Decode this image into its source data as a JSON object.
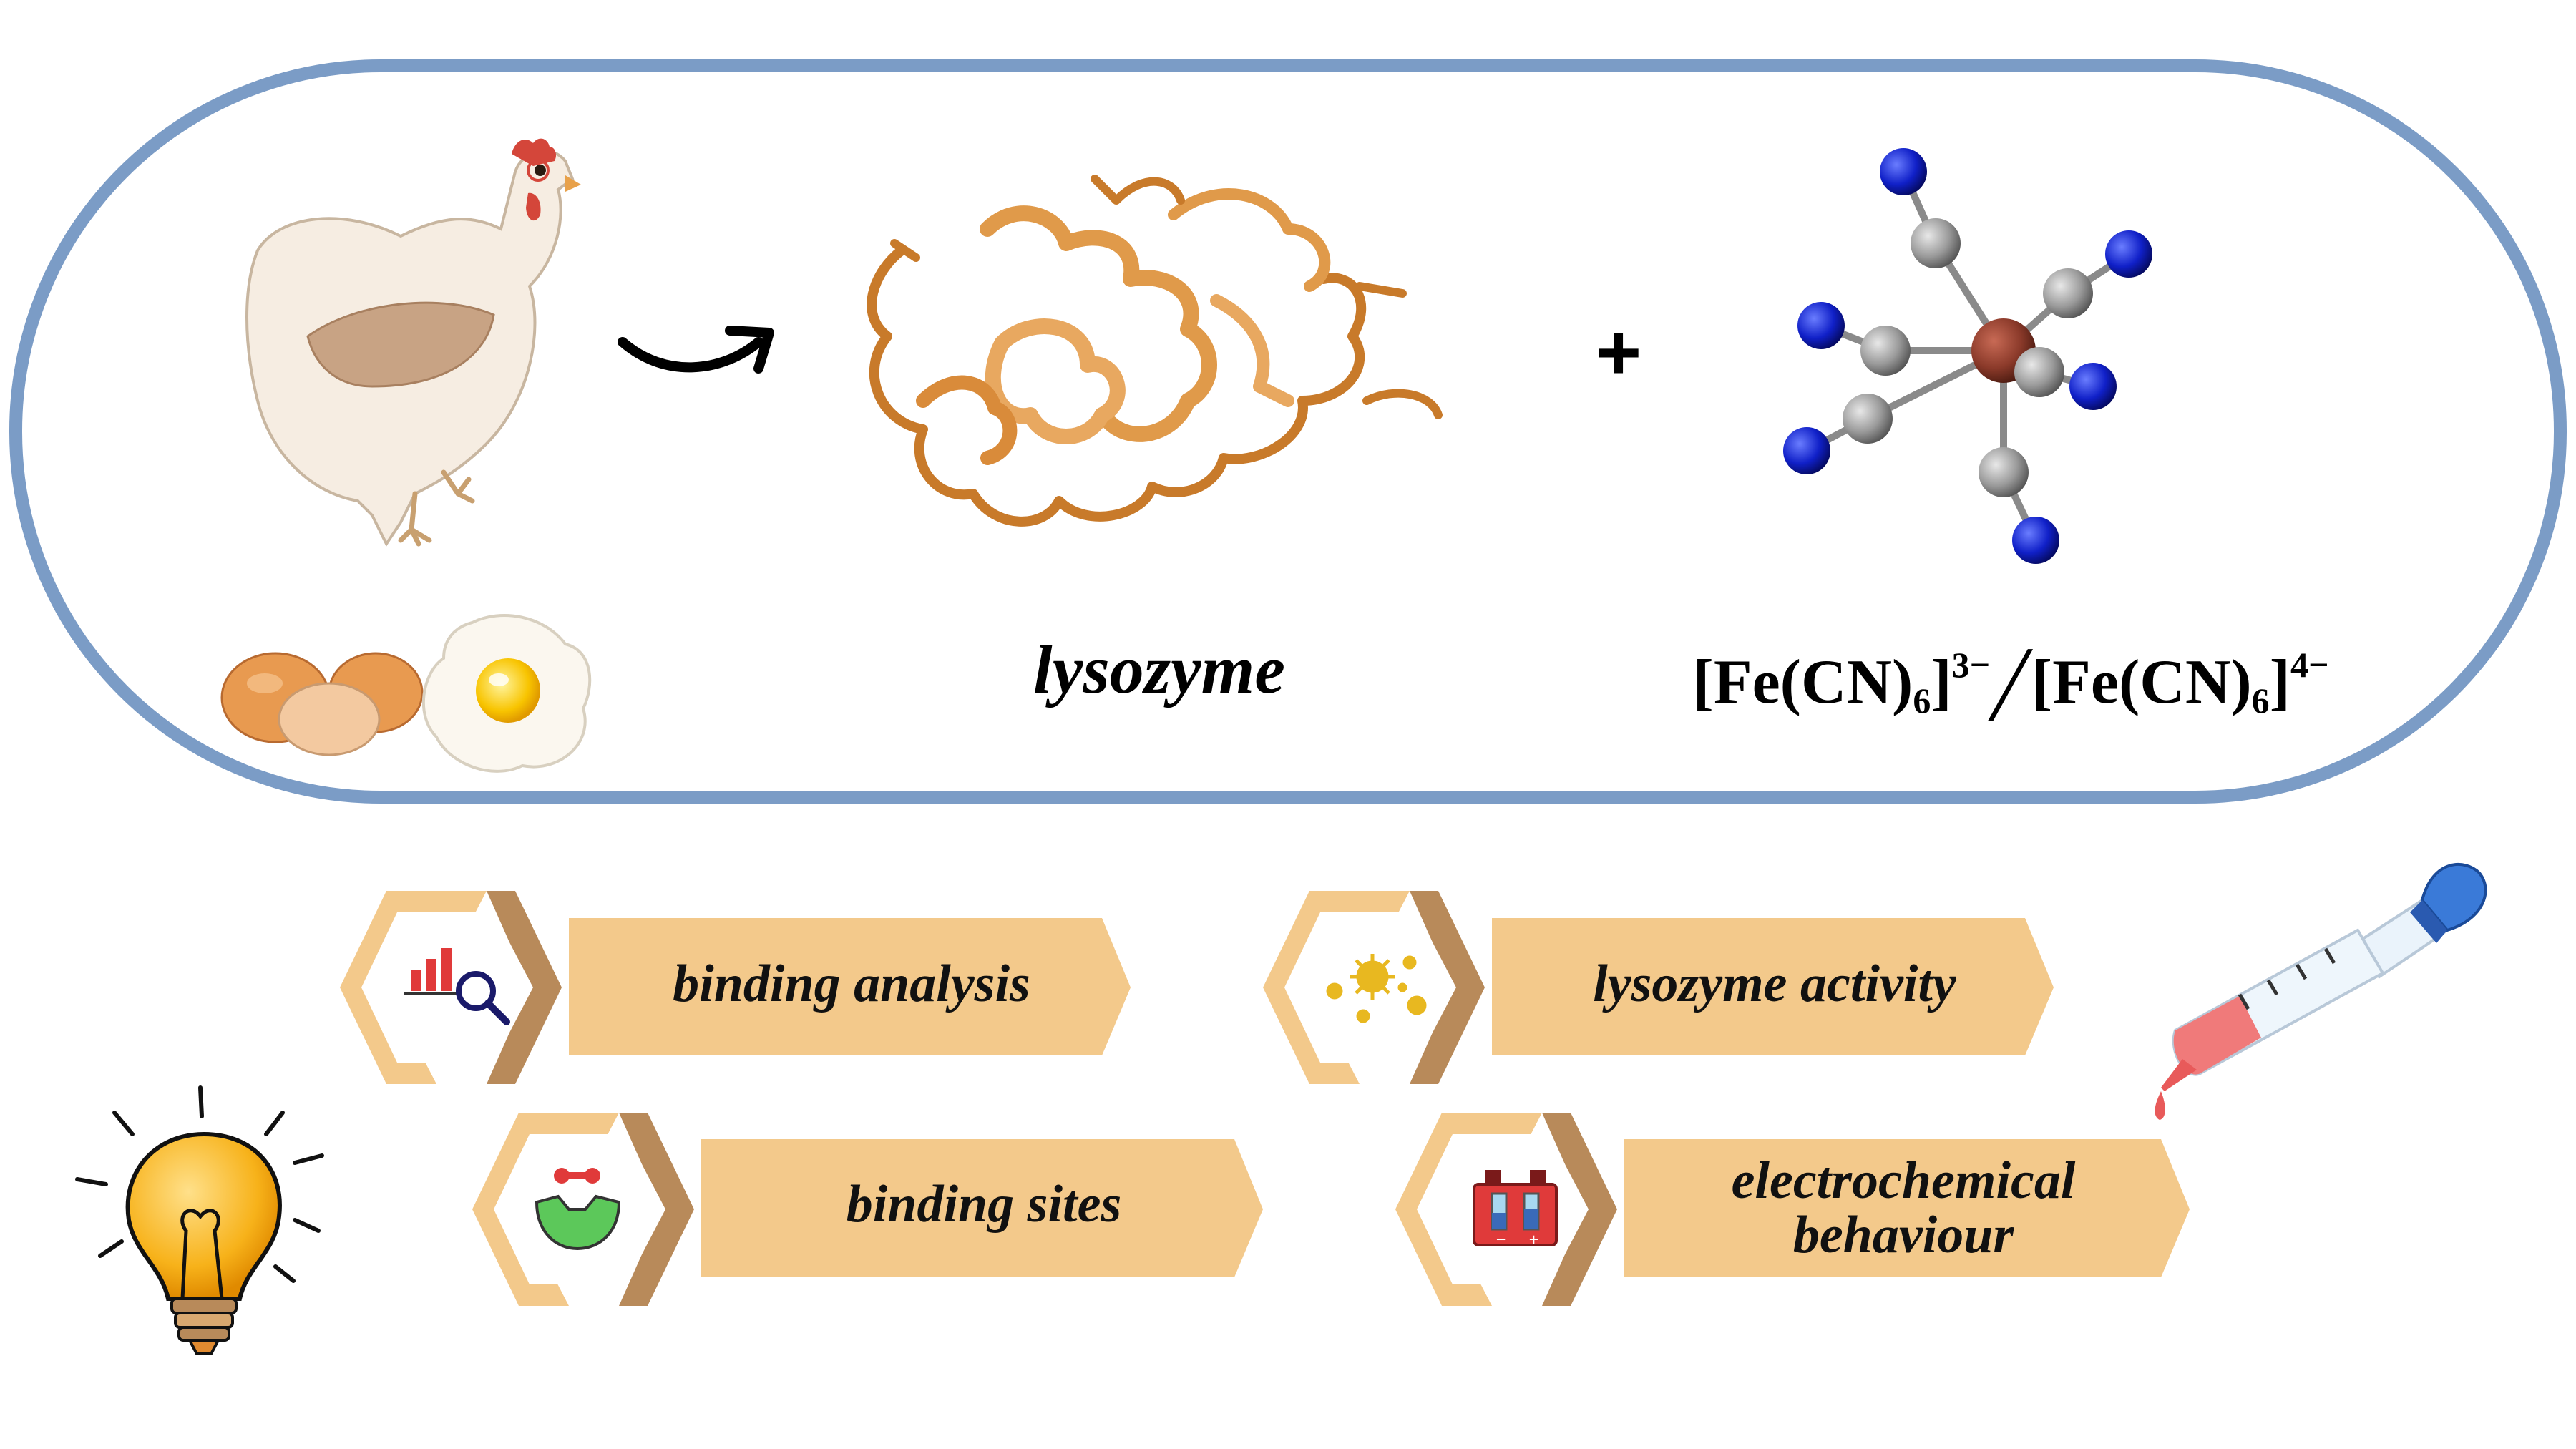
{
  "organism_label": "",
  "protein": {
    "name": "lysozyme"
  },
  "complex": {
    "formula_left": "[Fe(CN)",
    "sub_left": "6",
    "sup_left": "3−",
    "formula_right": "[Fe(CN)",
    "sub_right": "6",
    "sup_right": "4−",
    "separator": "/"
  },
  "plus_sign": "+",
  "topics": [
    {
      "label": "binding analysis",
      "icon": "bar-chart-magnifier-icon"
    },
    {
      "label": "lysozyme activity",
      "icon": "bacteria-icon"
    },
    {
      "label": "binding sites",
      "icon": "binding-site-icon"
    },
    {
      "label": "electrochemical behaviour",
      "label_line1": "electrochemical",
      "label_line2": "behaviour",
      "icon": "battery-icon"
    }
  ],
  "colors": {
    "frame_border": "#7b9cc6",
    "banner_fill": "#f3c98b",
    "hexagon_light": "#f3c98b",
    "hexagon_dark": "#b88a5a",
    "protein": "#e09a4a",
    "iron": "#8b3a2a",
    "carbon": "#9a9a9a",
    "nitrogen": "#1020c8"
  }
}
